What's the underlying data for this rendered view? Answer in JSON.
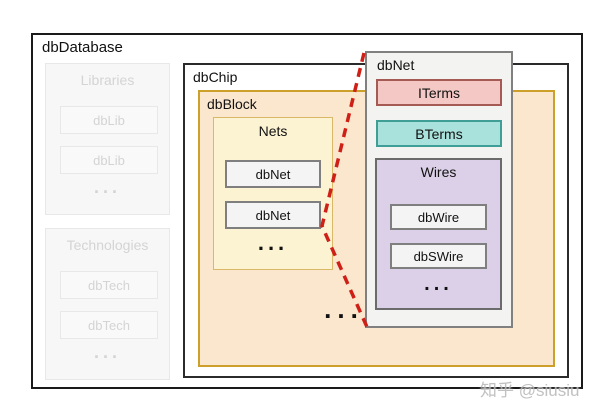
{
  "database": {
    "label": "dbDatabase"
  },
  "libraries": {
    "title": "Libraries",
    "items": [
      "dbLib",
      "dbLib"
    ],
    "more": "..."
  },
  "technologies": {
    "title": "Technologies",
    "items": [
      "dbTech",
      "dbTech"
    ],
    "more": "..."
  },
  "chip": {
    "label": "dbChip"
  },
  "block": {
    "label": "dbBlock",
    "more": "..."
  },
  "nets": {
    "title": "Nets",
    "items": [
      "dbNet",
      "dbNet"
    ],
    "more": "..."
  },
  "net_detail": {
    "label": "dbNet",
    "iterms_label": "ITerms",
    "bterms_label": "BTerms",
    "wires": {
      "title": "Wires",
      "items": [
        "dbWire",
        "dbSWire"
      ],
      "more": "..."
    }
  },
  "watermark": "知乎 @siusiu",
  "colors": {
    "outer-border": "#1a1a1a",
    "chip-border": "#2b2b2b",
    "block-fill": "#fbe7ce",
    "block-border": "#cda02b",
    "nets-fill": "#fcf3d2",
    "nets-border": "#d9b868",
    "smallbox-fill": "#f4f4f4",
    "smallbox-border": "#7f7f7f",
    "panel-fill": "#f3f3f1",
    "panel-border": "#808080",
    "iterms-fill": "#f4c8c4",
    "iterms-border": "#a65a54",
    "bterms-fill": "#a9e2dc",
    "bterms-border": "#3f9e95",
    "wires-fill": "#dbd0e7",
    "wires-border": "#6b6b6b",
    "dash-color": "#cf2017",
    "faded-fill": "#f7f7f7",
    "faded-border": "#e8e8e8",
    "faded-text": "#d4d4d4"
  }
}
